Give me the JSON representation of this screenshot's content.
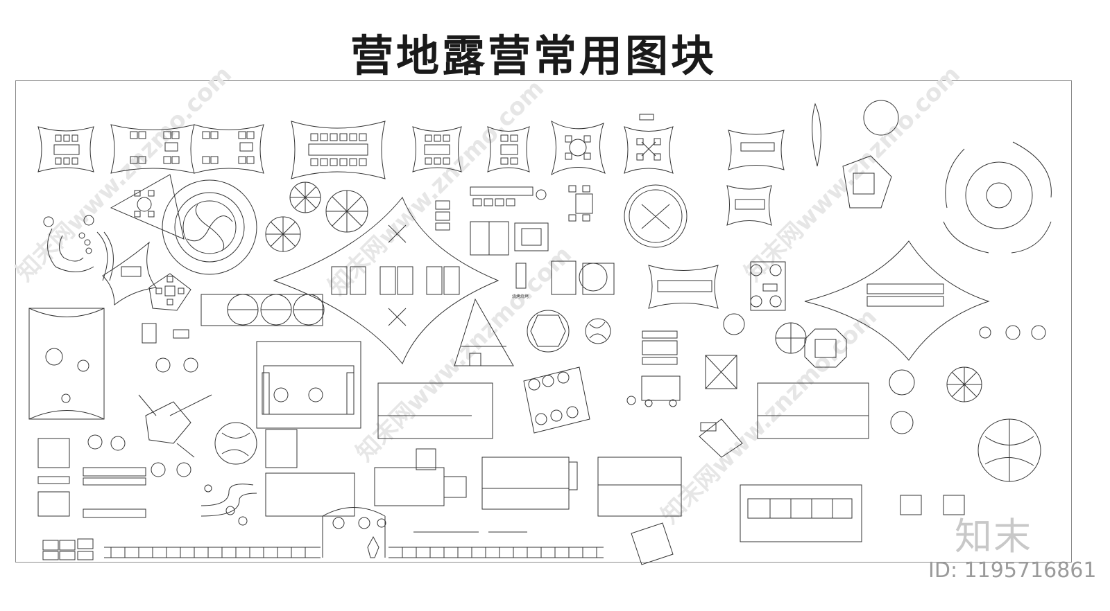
{
  "title": "营地露营常用图块",
  "labels": {
    "bbq_label": "烧烤烧烤"
  },
  "watermark": {
    "text": "知末网www.znzmo.com",
    "brand": "知末",
    "id": "ID: 1195716861"
  },
  "colors": {
    "line": "#333333",
    "frame": "#8a8a8a",
    "watermark": "#e6e6e6"
  }
}
